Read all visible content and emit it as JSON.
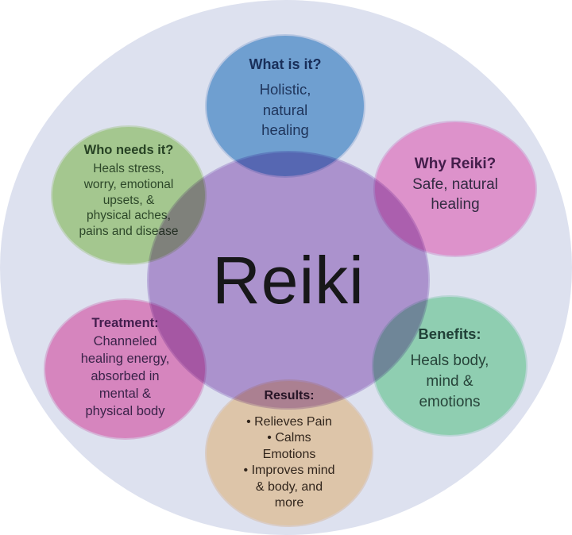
{
  "diagram": {
    "title": "Reiki concept diagram",
    "outer_circle": {
      "fill": "#dde1ef"
    },
    "center": {
      "label": "Reiki",
      "fill": "#c5a6db",
      "rim": "#d8c8ea",
      "text_color": "#1a1a1a"
    },
    "nodes": [
      {
        "id": "what-is-it",
        "position": "top",
        "title": "What is it?",
        "body": "Holistic,\nnatural\nhealing",
        "fill": "#80b4de",
        "rim": "#d5e2f2",
        "title_color": "#1c3560",
        "body_color": "#233c62"
      },
      {
        "id": "why-reiki",
        "position": "top-right",
        "title": "Why Reiki?",
        "body": "Safe, natural\nhealing",
        "fill": "#ffa6d9",
        "rim": "#f6d0ec",
        "title_color": "#4d2150",
        "body_color": "#3b2f46"
      },
      {
        "id": "benefits",
        "position": "right",
        "title": "Benefits:",
        "body": "Heals body,\nmind &\nemotions",
        "fill": "#a5eabd",
        "rim": "#d6f2e4",
        "title_color": "#26493b",
        "body_color": "#2c4c3c"
      },
      {
        "id": "results",
        "position": "bottom",
        "title": "Results:",
        "body": "• Relieves Pain\n• Calms\nEmotions\n• Improves mind\n& body, and\nmore",
        "fill": "#ffe0b4",
        "rim": "#fbe8d4",
        "title_color": "#3a2430",
        "body_color": "#38291d"
      },
      {
        "id": "treatment",
        "position": "bottom-left",
        "title": "Treatment:",
        "body": "Channeled\nhealing energy,\nabsorbed in\nmental &\nphysical body",
        "fill": "#f797cb",
        "rim": "#f6cce6",
        "title_color": "#4d2253",
        "body_color": "#43274e"
      },
      {
        "id": "who-needs-it",
        "position": "top-left",
        "title": "Who needs it?",
        "body": "Heals stress,\nworry, emotional\nupsets, &\nphysical aches,\npains and disease",
        "fill": "#bde299",
        "rim": "#dff0cc",
        "title_color": "#2d4b26",
        "body_color": "#33502b"
      }
    ]
  }
}
